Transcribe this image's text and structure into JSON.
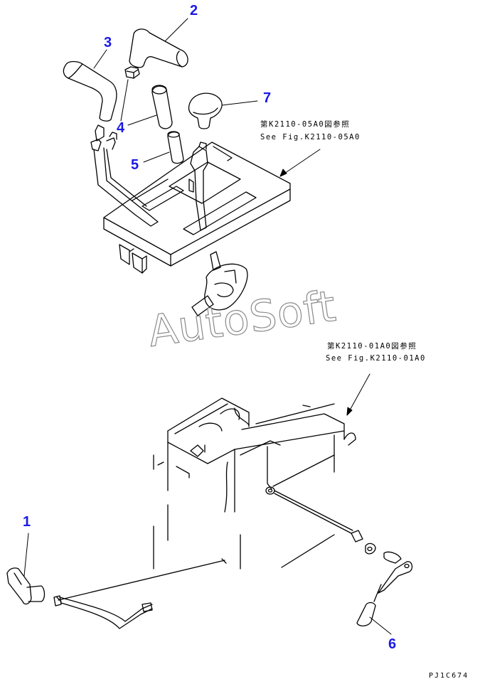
{
  "callouts": {
    "c1": "1",
    "c2": "2",
    "c3": "3",
    "c4": "4",
    "c5": "5",
    "c6": "6",
    "c7": "7"
  },
  "references": {
    "upper_jp": "第K2110-05A0図参照",
    "upper_en": "See Fig.K2110-05A0",
    "lower_jp": "第K2110-01A0図参照",
    "lower_en": "See Fig.K2110-01A0"
  },
  "watermark": "AutoSoft",
  "drawing_id": "PJ1C674",
  "colors": {
    "callout": "#1a1ae6",
    "line": "#000000",
    "watermark_outline": "#8a8a8a"
  }
}
